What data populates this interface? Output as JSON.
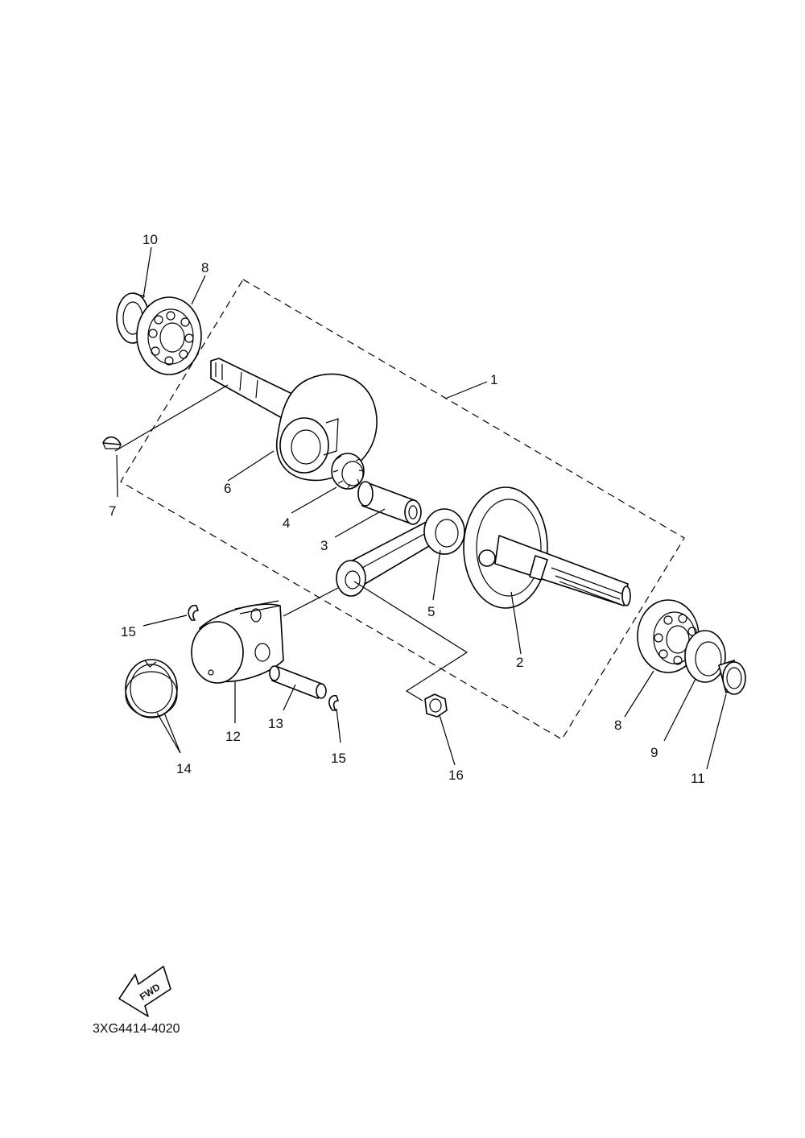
{
  "diagram": {
    "labels": {
      "p1": "1",
      "p2": "2",
      "p3": "3",
      "p4": "4",
      "p5": "5",
      "p6": "6",
      "p7": "7",
      "p8a": "8",
      "p8b": "8",
      "p9": "9",
      "p10": "10",
      "p11": "11",
      "p12": "12",
      "p13": "13",
      "p14": "14",
      "p15a": "15",
      "p15b": "15",
      "p16": "16"
    },
    "fwd_text": "FWD",
    "drawing_code": "3XG4414-4020"
  }
}
